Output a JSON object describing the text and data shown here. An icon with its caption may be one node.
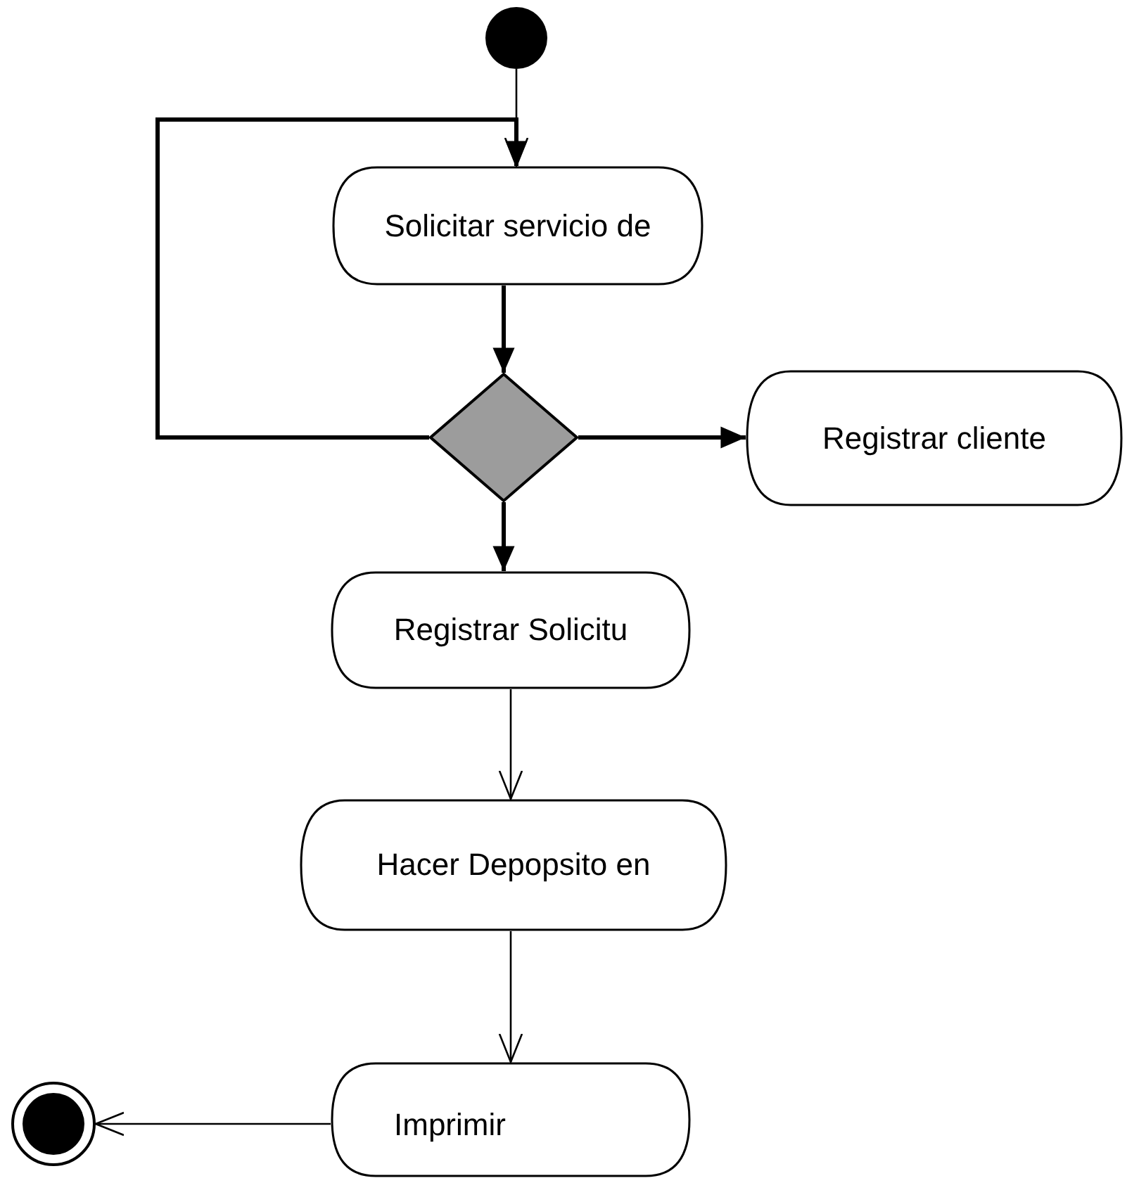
{
  "diagram": {
    "nodes": [
      {
        "text": [],
        "shape": "circle"
      },
      {
        "text": [
          "Solicitar servicio de"
        ]
      },
      {
        "text": [],
        "shape": "diamond"
      },
      {
        "text": [
          "Registrar cliente"
        ]
      },
      {
        "text": [
          "Registrar Solicitu"
        ]
      },
      {
        "text": [
          "Hacer Depopsito en"
        ]
      },
      {
        "text": [
          "Imprimir"
        ]
      },
      {
        "text": [],
        "shape": "circle"
      }
    ],
    "edges": [
      {
        "from": 0,
        "to": 1,
        "arrow": "to"
      },
      {
        "from": 1,
        "to": 2,
        "arrow": "to",
        "style": "thick"
      },
      {
        "from": 2,
        "to": 1,
        "arrow": "to",
        "style": "thick"
      },
      {
        "from": 2,
        "to": 3,
        "arrow": "to",
        "style": "thick"
      },
      {
        "from": 2,
        "to": 4,
        "arrow": "to",
        "style": "thick"
      },
      {
        "from": 4,
        "to": 5,
        "arrow": "to"
      },
      {
        "from": 5,
        "to": 6,
        "arrow": "to"
      },
      {
        "from": 6,
        "to": 7,
        "arrow": "to"
      }
    ]
  }
}
